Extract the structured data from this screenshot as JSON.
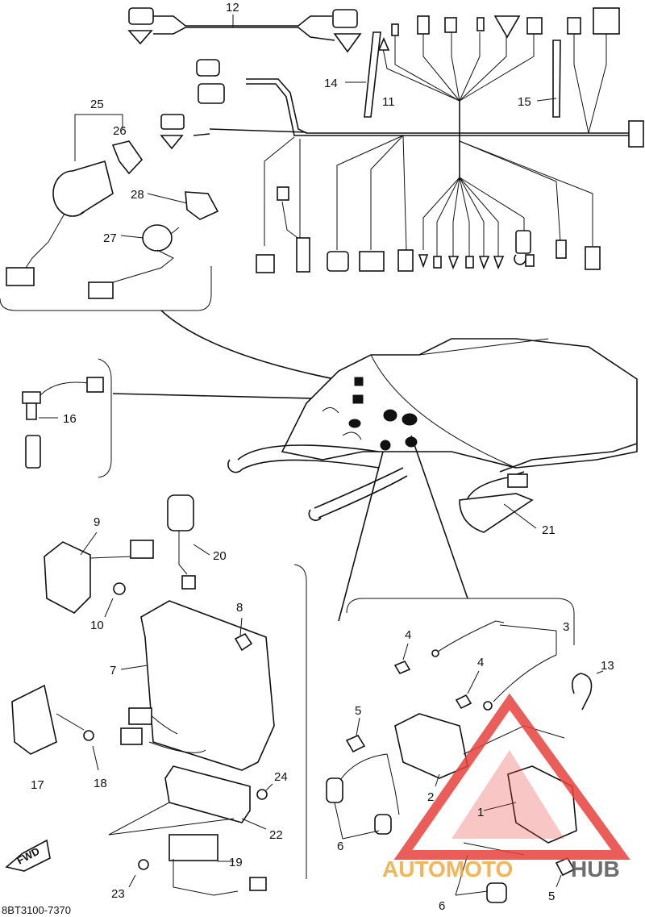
{
  "diagram": {
    "labels": [
      {
        "id": "l12",
        "text": "12"
      },
      {
        "id": "l14",
        "text": "14"
      },
      {
        "id": "l11",
        "text": "11"
      },
      {
        "id": "l15",
        "text": "15"
      },
      {
        "id": "l25",
        "text": "25"
      },
      {
        "id": "l26",
        "text": "26"
      },
      {
        "id": "l28",
        "text": "28"
      },
      {
        "id": "l27",
        "text": "27"
      },
      {
        "id": "l16",
        "text": "16"
      },
      {
        "id": "l21",
        "text": "21"
      },
      {
        "id": "l9",
        "text": "9"
      },
      {
        "id": "l20",
        "text": "20"
      },
      {
        "id": "l10",
        "text": "10"
      },
      {
        "id": "l8",
        "text": "8"
      },
      {
        "id": "l7",
        "text": "7"
      },
      {
        "id": "l3",
        "text": "3"
      },
      {
        "id": "l4a",
        "text": "4"
      },
      {
        "id": "l4b",
        "text": "4"
      },
      {
        "id": "l13",
        "text": "13"
      },
      {
        "id": "l5a",
        "text": "5"
      },
      {
        "id": "l17",
        "text": "17"
      },
      {
        "id": "l18",
        "text": "18"
      },
      {
        "id": "l24",
        "text": "24"
      },
      {
        "id": "l2",
        "text": "2"
      },
      {
        "id": "l1",
        "text": "1"
      },
      {
        "id": "l22",
        "text": "22"
      },
      {
        "id": "l6a",
        "text": "6"
      },
      {
        "id": "l19",
        "text": "19"
      },
      {
        "id": "l23",
        "text": "23"
      },
      {
        "id": "l6b",
        "text": "6"
      },
      {
        "id": "l5b",
        "text": "5"
      }
    ],
    "fwd_badge": "FWD",
    "catalog_code": "8BT3100-7370",
    "watermark": {
      "brand_part1": "AUTOMOTO",
      "brand_part2": "HUB",
      "accent_color": "#e8413c",
      "secondary_color": "#f2a93a",
      "text_color": "#555555"
    }
  }
}
